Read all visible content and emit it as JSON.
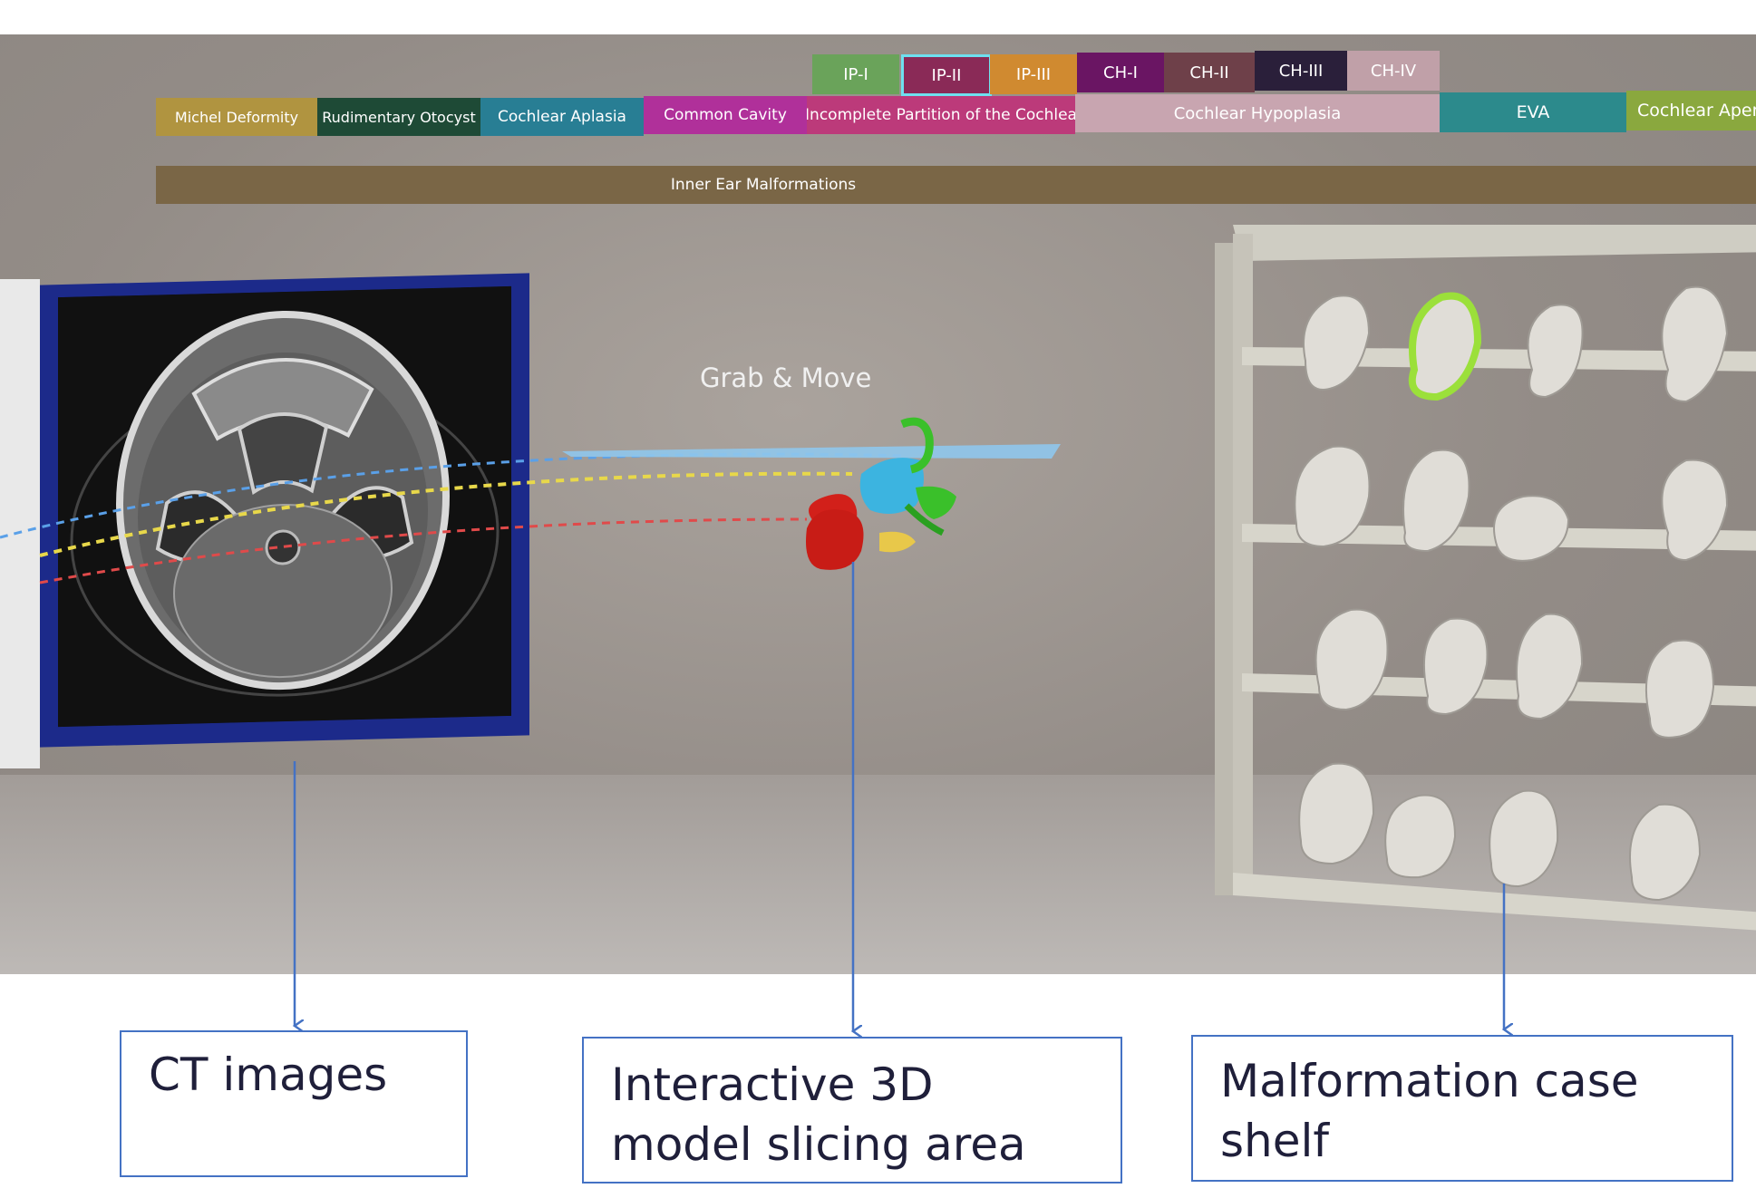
{
  "menu": {
    "subtypes": [
      {
        "label": "IP-I",
        "color": "#6aa35a"
      },
      {
        "label": "IP-II",
        "color": "#8a2a57"
      },
      {
        "label": "IP-III",
        "color": "#d08a30"
      },
      {
        "label": "CH-I",
        "color": "#6a1563"
      },
      {
        "label": "CH-II",
        "color": "#6e4049"
      },
      {
        "label": "CH-III",
        "color": "#2a1f3a"
      },
      {
        "label": "CH-IV",
        "color": "#c0a0a8"
      }
    ],
    "categories": [
      {
        "label": "Michel Deformity",
        "color": "#b09440"
      },
      {
        "label": "Rudimentary Otocyst",
        "color": "#1e4a36"
      },
      {
        "label": "Cochlear Aplasia",
        "color": "#287e94"
      },
      {
        "label": "Common Cavity",
        "color": "#b0309a"
      },
      {
        "label": "Incomplete Partition of the Cochlea",
        "color": "#bc3a7a"
      },
      {
        "label": "Cochlear Hypoplasia",
        "color": "#c8a5b0"
      },
      {
        "label": "EVA",
        "color": "#2c8a8c"
      },
      {
        "label": "Cochlear Aperture",
        "color": "#8aa83e"
      }
    ],
    "root": "Inner Ear Malformations"
  },
  "grab_label": "Grab & Move",
  "annotations": {
    "ct": "CT images",
    "slicing_line1": "Interactive 3D",
    "slicing_line2": "model slicing area",
    "shelf_line1": "Malformation case",
    "shelf_line2": "shelf"
  },
  "colors": {
    "accent_box": "#4472c4",
    "highlight": "#9be03a",
    "selected_outline": "#6ee0f0"
  }
}
